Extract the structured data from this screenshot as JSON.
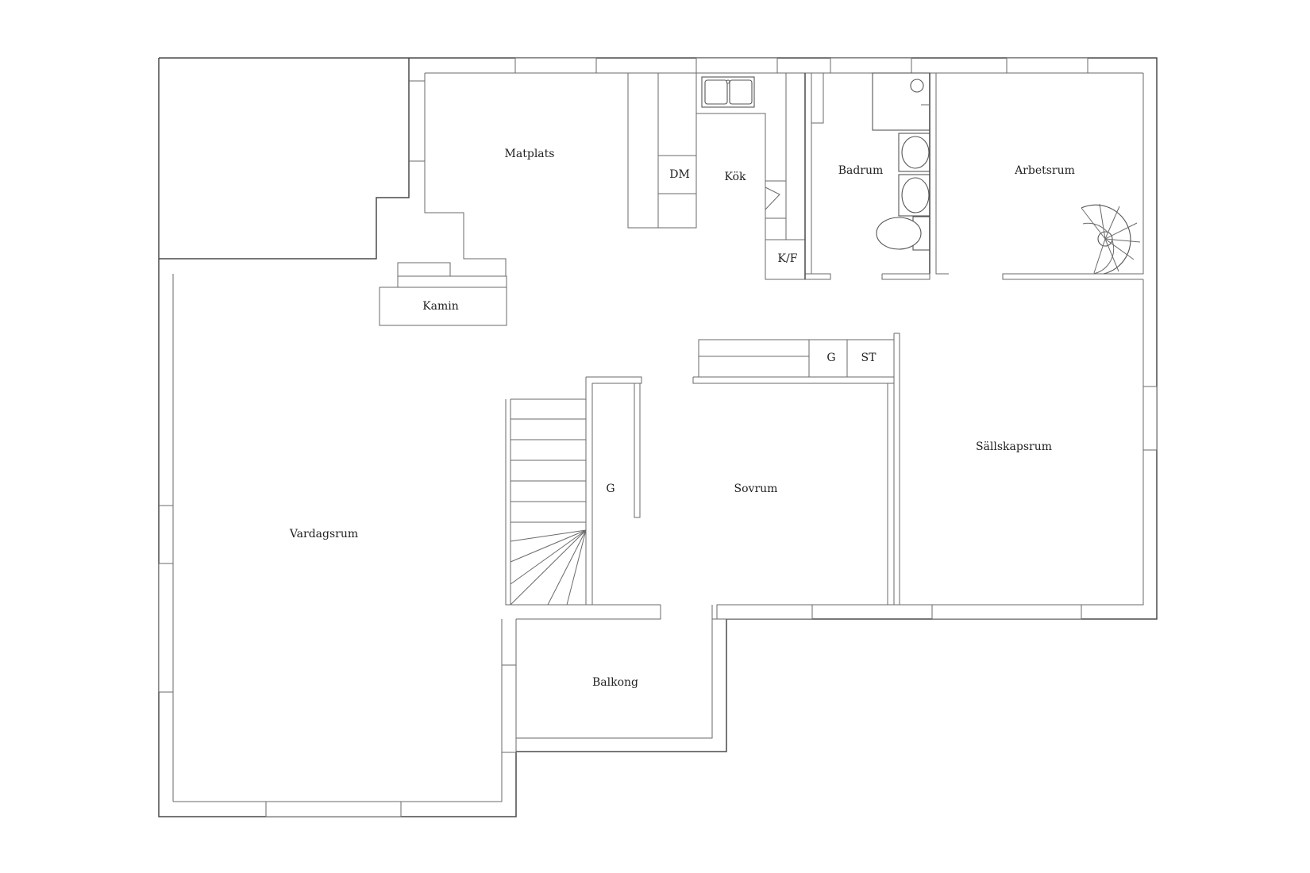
{
  "rooms": {
    "matplats": "Matplats",
    "kok": "Kök",
    "dm": "DM",
    "kf": "K/F",
    "badrum": "Badrum",
    "arbetsrum": "Arbetsrum",
    "kamin": "Kamin",
    "vardagsrum": "Vardagsrum",
    "sovrum": "Sovrum",
    "sallskapsrum": "Sällskapsrum",
    "balkong": "Balkong",
    "g_hall": "G",
    "g_storage": "G",
    "st": "ST"
  }
}
